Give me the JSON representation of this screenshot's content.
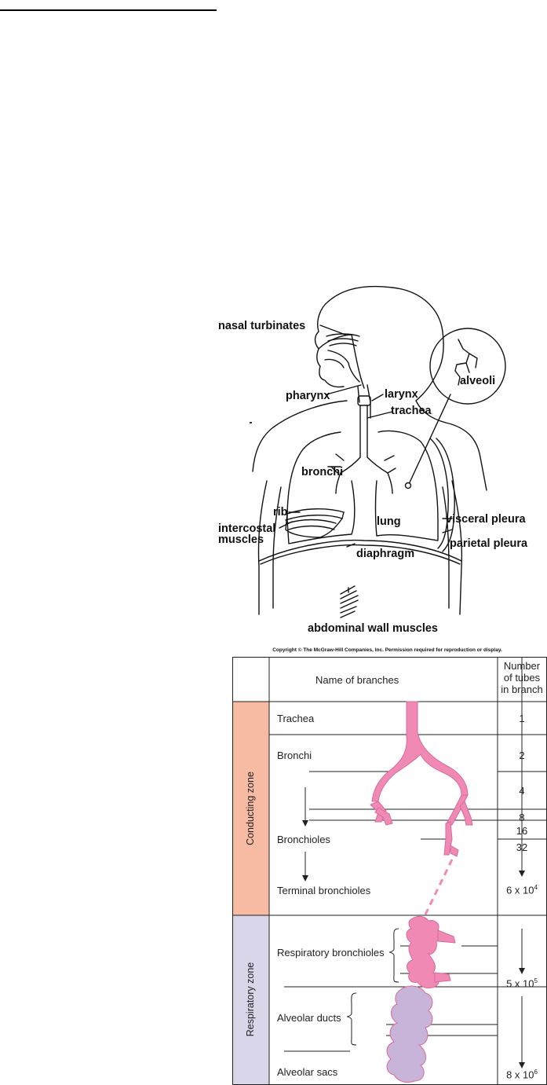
{
  "anatomy": {
    "labels": {
      "nasal_turbinates": "nasal turbinates",
      "pharynx": "pharynx",
      "larynx": "larynx",
      "trachea": "trachea",
      "alveoli": "alveoli",
      "bronchi": "bronchi",
      "rib": "rib",
      "lung": "lung",
      "visceral_pleura": "visceral pleura",
      "intercostal": "intercostal",
      "muscles": "muscles",
      "parietal_pleura": "parietal pleura",
      "diaphragm": "diaphragm",
      "abdominal": "abdominal wall muscles"
    }
  },
  "table": {
    "copyright": "Copyright © The McGraw-Hill Companies, Inc. Permission required for reproduction or display.",
    "header": {
      "name": "Name of branches",
      "number_line1": "Number",
      "number_line2": "of tubes",
      "number_line3": "in branch"
    },
    "zones": {
      "conducting": "Conducting zone",
      "respiratory": "Respiratory zone"
    },
    "branches": {
      "trachea": "Trachea",
      "bronchi": "Bronchi",
      "bronchioles": "Bronchioles",
      "terminal": "Terminal bronchioles",
      "respiratory": "Respiratory bronchioles",
      "ducts": "Alveolar ducts",
      "sacs": "Alveolar sacs"
    },
    "numbers": {
      "n1": "1",
      "n2": "2",
      "n4": "4",
      "n8": "8",
      "n16": "16",
      "n32": "32",
      "terminal_base": "6 x 10",
      "terminal_exp": "4",
      "resp_base": "5 x 10",
      "resp_exp": "5",
      "sacs_base": "8 x 10",
      "sacs_exp": "6"
    },
    "colors": {
      "conducting_zone": "#f7bba4",
      "respiratory_zone": "#d9d6ea",
      "airway_pink": "#f08ab4",
      "alveolar_lilac": "#c8b4d8"
    }
  }
}
